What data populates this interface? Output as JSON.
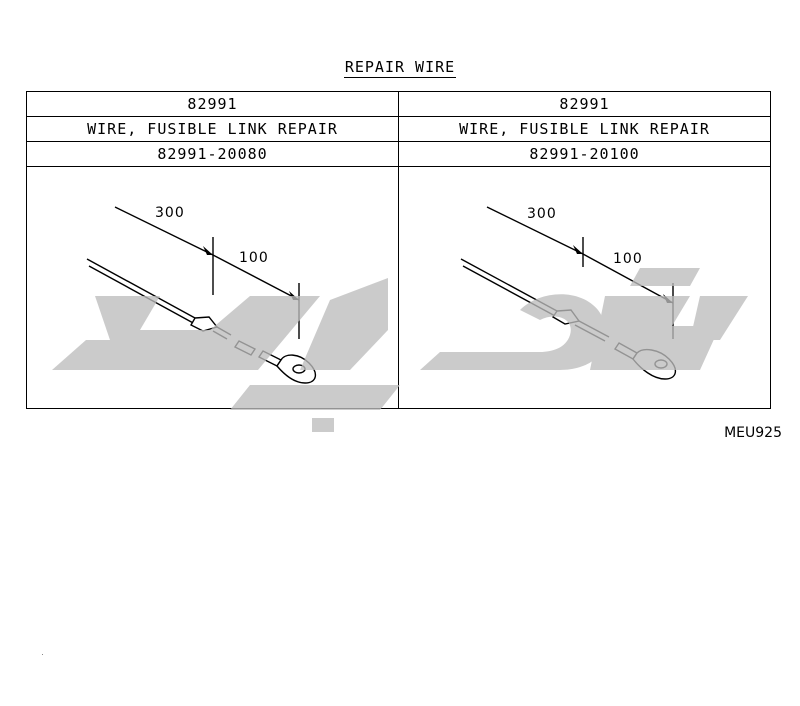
{
  "title": "REPAIR WIRE",
  "columns": [
    {
      "part_code": "82991",
      "description": "WIRE, FUSIBLE LINK REPAIR",
      "part_number": "82991-20080",
      "dim_total": "300",
      "dim_tip": "100"
    },
    {
      "part_code": "82991",
      "description": "WIRE, FUSIBLE LINK REPAIR",
      "part_number": "82991-20100",
      "dim_total": "300",
      "dim_tip": "100"
    }
  ],
  "reference_code": "MEU925"
}
